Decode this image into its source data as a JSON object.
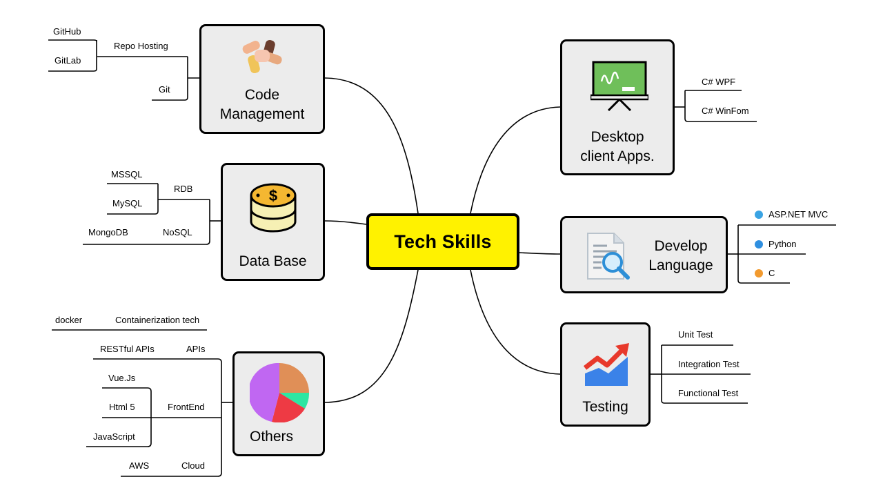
{
  "root": {
    "label": "Tech Skills"
  },
  "colors": {
    "root_fill": "#fff200",
    "node_fill": "#ececec",
    "line": "#000000"
  },
  "branches": {
    "code": {
      "title": "Code\nManagement",
      "icon": "hands-teamwork-icon",
      "items": {
        "repo_hosting": "Repo Hosting",
        "github": "GitHub",
        "gitlab": "GitLab",
        "git": "Git"
      }
    },
    "database": {
      "title": "Data Base",
      "icon": "coin-database-icon",
      "items": {
        "rdb": "RDB",
        "mssql": "MSSQL",
        "mysql": "MySQL",
        "nosql": "NoSQL",
        "mongodb": "MongoDB"
      }
    },
    "others": {
      "title": "Others",
      "icon": "pie-chart-icon",
      "items": {
        "containerization": "Containerization tech",
        "docker": "docker",
        "apis": "APIs",
        "restful": "RESTful APIs",
        "frontend": "FrontEnd",
        "vue": "Vue.Js",
        "html5": "Html 5",
        "javascript": "JavaScript",
        "cloud": "Cloud",
        "aws": "AWS"
      }
    },
    "desktop": {
      "title": "Desktop\nclient Apps.",
      "icon": "blackboard-icon",
      "items": {
        "wpf": "C# WPF",
        "winform": "C# WinFom"
      }
    },
    "language": {
      "title": "Develop\nLanguage",
      "icon": "document-search-icon",
      "items": {
        "aspnet": "ASP.NET MVC",
        "python": "Python",
        "c": "C"
      },
      "marker_colors": {
        "aspnet": "#3aa3e3",
        "python": "#2f8fe0",
        "c": "#f29a2e"
      }
    },
    "testing": {
      "title": "Testing",
      "icon": "growth-chart-icon",
      "items": {
        "unit": "Unit Test",
        "integration": "Integration Test",
        "functional": "Functional Test"
      }
    }
  }
}
